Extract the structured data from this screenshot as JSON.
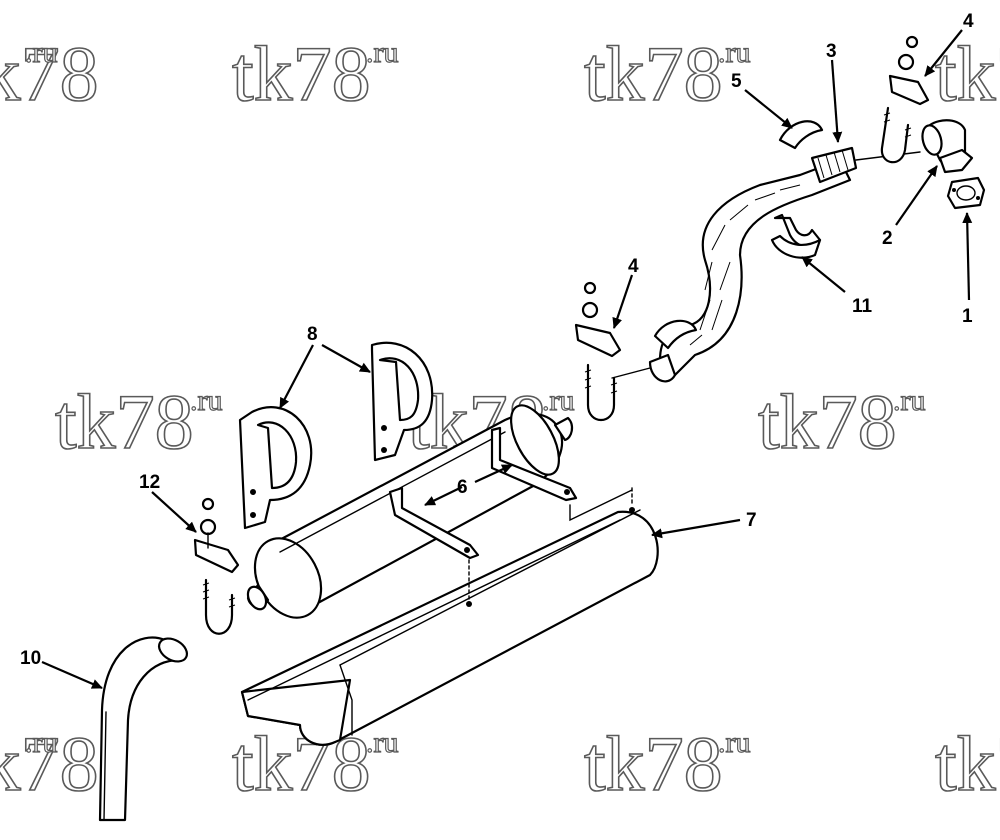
{
  "watermark": {
    "main": "tk78",
    "suffix": ".ru"
  },
  "callouts": [
    {
      "id": "1",
      "label": "1"
    },
    {
      "id": "2",
      "label": "2"
    },
    {
      "id": "3",
      "label": "3"
    },
    {
      "id": "4a",
      "label": "4"
    },
    {
      "id": "4b",
      "label": "4"
    },
    {
      "id": "5",
      "label": "5"
    },
    {
      "id": "6",
      "label": "6"
    },
    {
      "id": "7",
      "label": "7"
    },
    {
      "id": "8",
      "label": "8"
    },
    {
      "id": "10",
      "label": "10"
    },
    {
      "id": "11",
      "label": "11"
    },
    {
      "id": "12",
      "label": "12"
    }
  ]
}
